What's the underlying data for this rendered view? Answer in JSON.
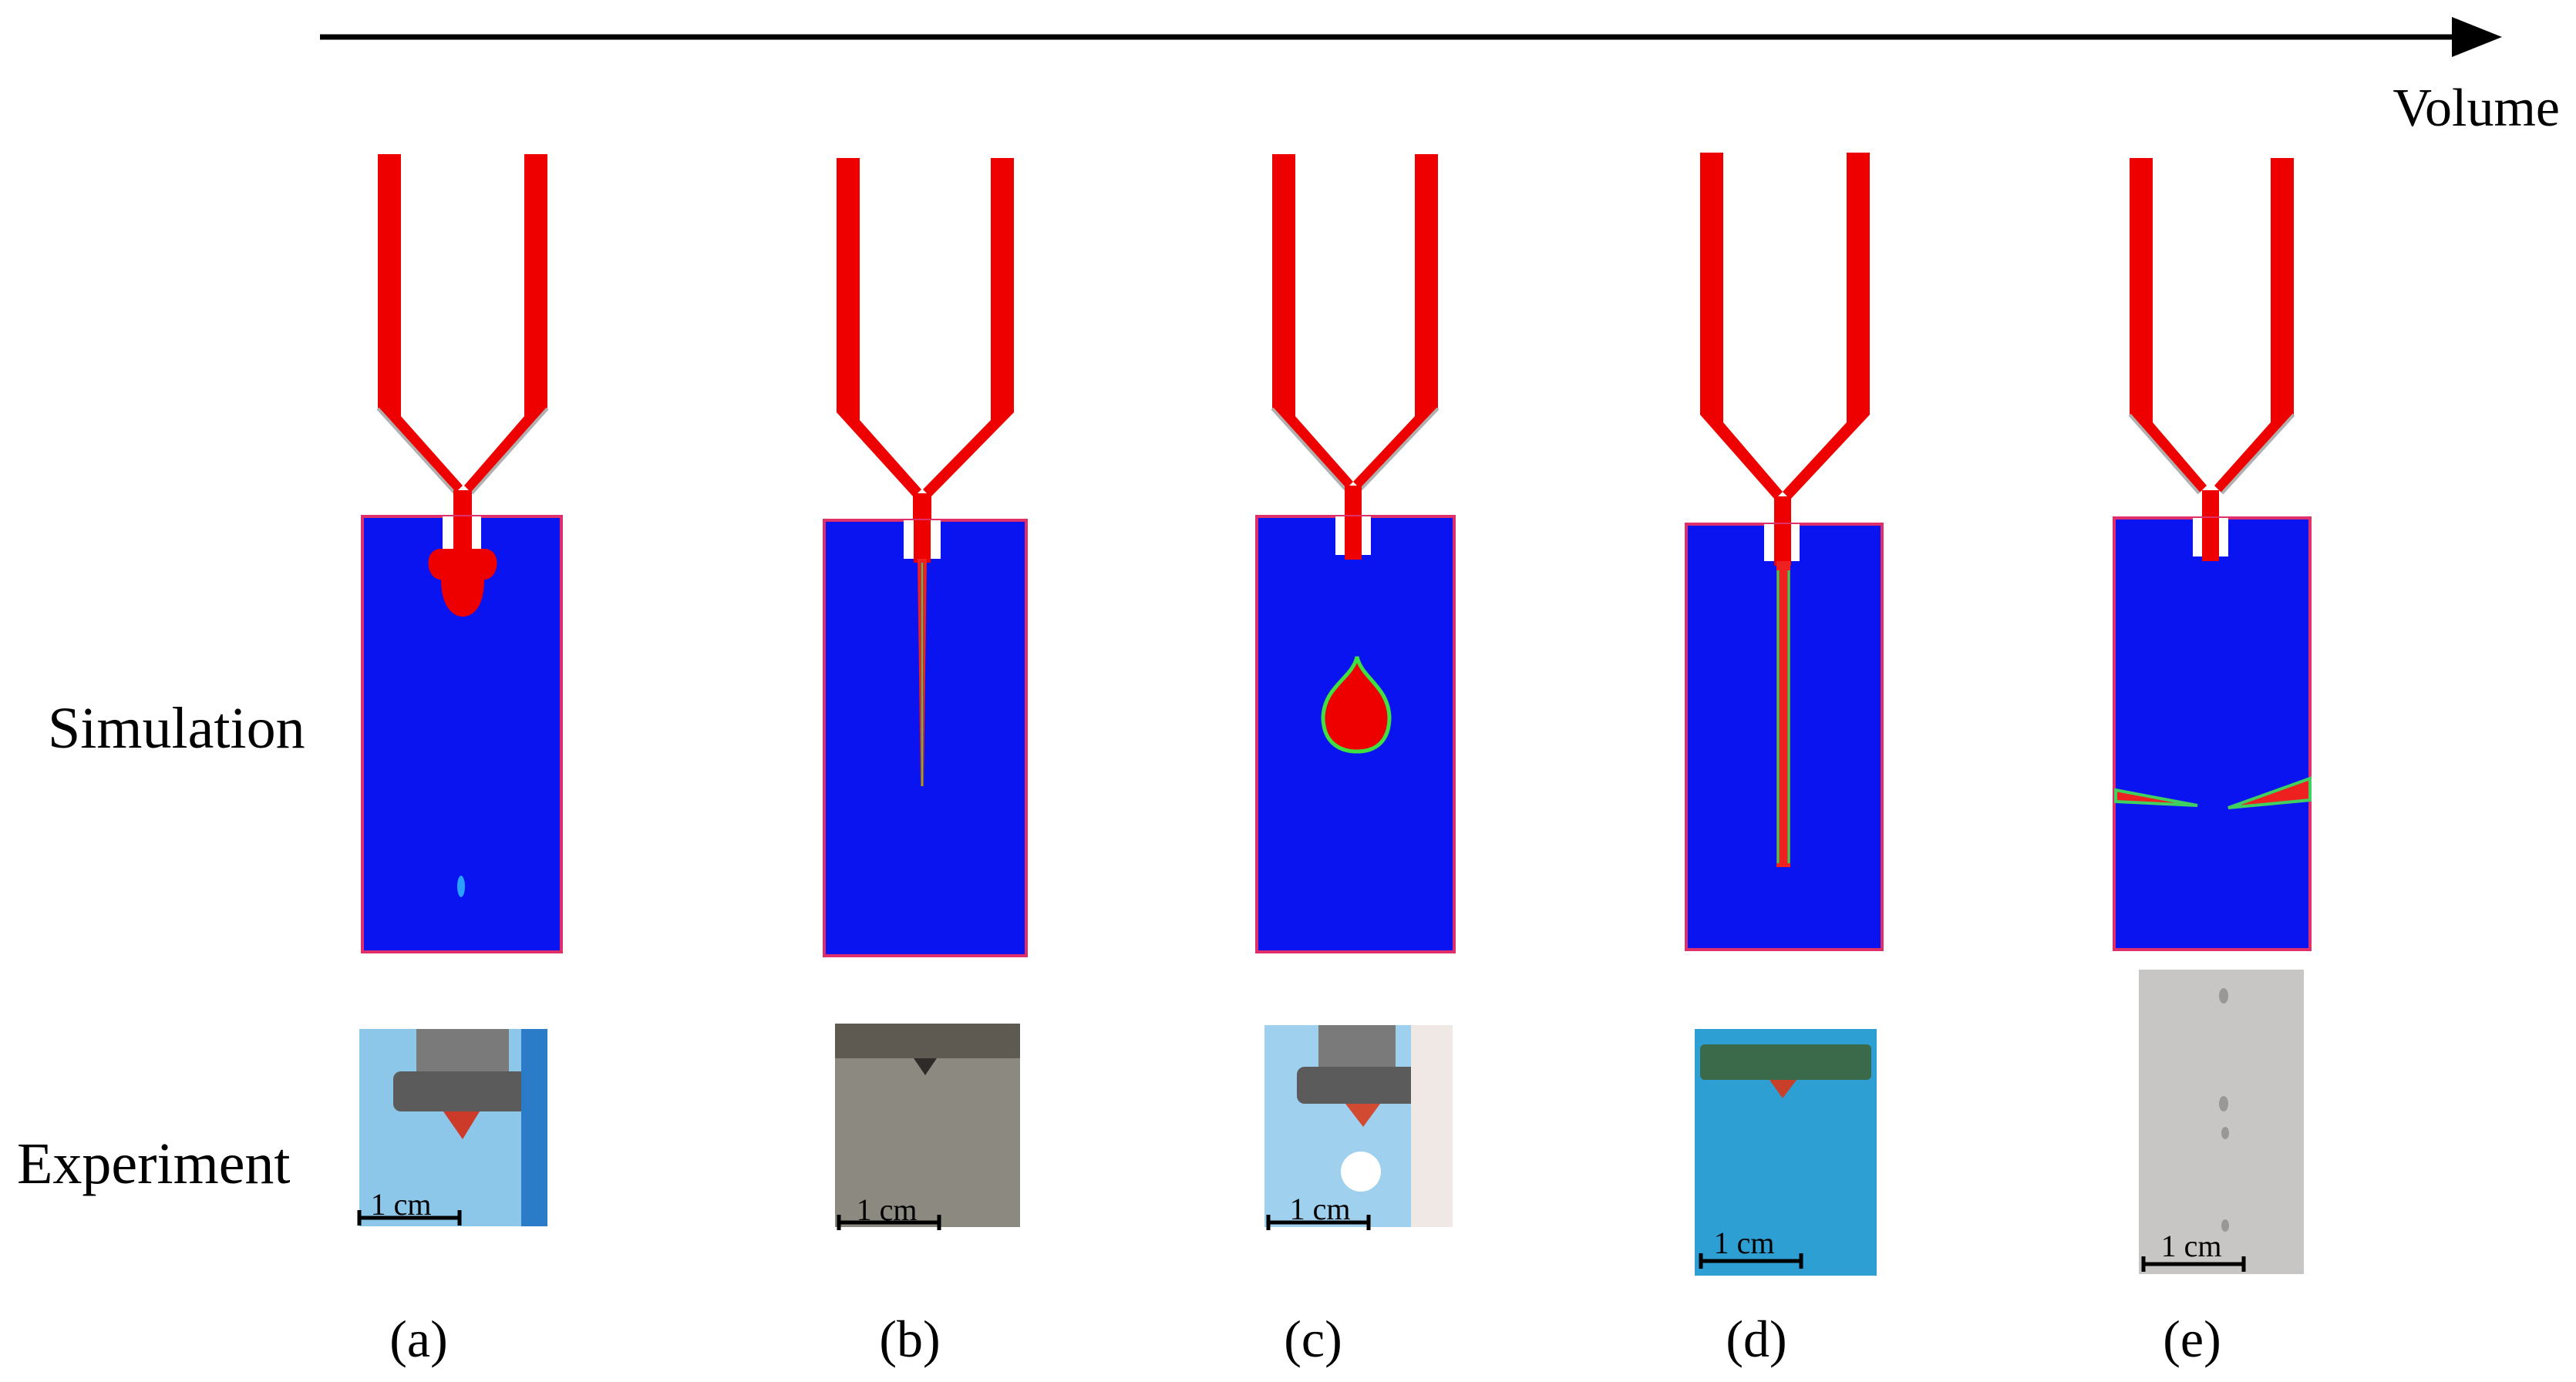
{
  "axis": {
    "label": "Volume"
  },
  "rows": {
    "simulation": "Simulation",
    "experiment": "Experiment"
  },
  "scale_bar_text": "1 cm",
  "panels": [
    {
      "id": "a",
      "label": "(a)",
      "sim_state": "droplet-at-nozzle",
      "photo_bg": "blue"
    },
    {
      "id": "b",
      "label": "(b)",
      "sim_state": "thin-jet",
      "photo_bg": "gray"
    },
    {
      "id": "c",
      "label": "(c)",
      "sim_state": "detached-droplet",
      "photo_bg": "blue-white"
    },
    {
      "id": "d",
      "label": "(d)",
      "sim_state": "long-jet",
      "photo_bg": "teal"
    },
    {
      "id": "e",
      "label": "(e)",
      "sim_state": "spread-at-interface",
      "photo_bg": "light-gray"
    }
  ],
  "colors": {
    "fluid": "#ee0000",
    "domain": "#0a14f0",
    "domain_border": "#e0306a",
    "arrow": "#000000",
    "nozzle_wall": "#b0b0b0"
  }
}
